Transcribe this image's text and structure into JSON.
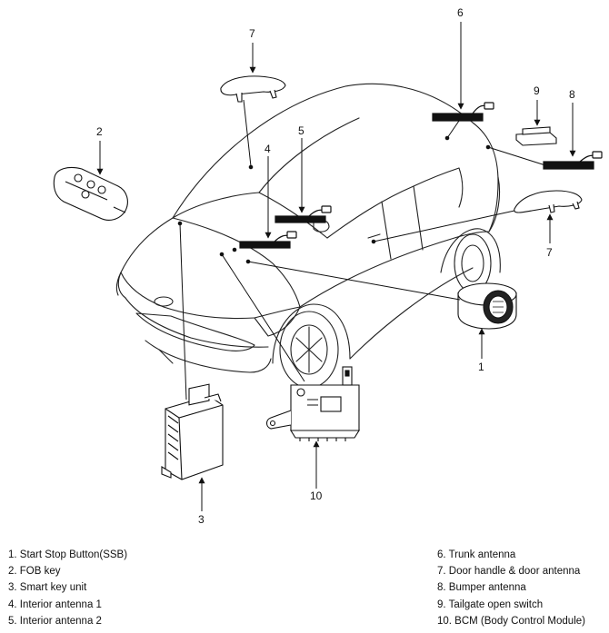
{
  "callouts": {
    "n1": "1",
    "n2": "2",
    "n3": "3",
    "n4": "4",
    "n5": "5",
    "n6": "6",
    "n7a": "7",
    "n7b": "7",
    "n8": "8",
    "n9": "9",
    "n10": "10"
  },
  "legend": {
    "left": [
      "1. Start Stop Button(SSB)",
      "2. FOB key",
      "3. Smart key unit",
      "4. Interior antenna 1",
      "5. Interior antenna 2"
    ],
    "right": [
      "6. Trunk antenna",
      "7. Door handle & door antenna",
      "8. Bumper antenna",
      "9. Tailgate open switch",
      "10. BCM (Body Control Module)"
    ]
  }
}
